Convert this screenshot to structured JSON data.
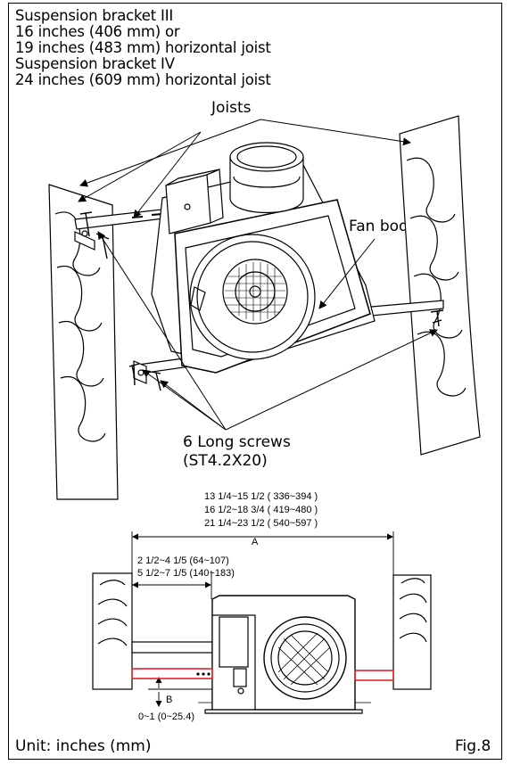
{
  "header": {
    "line1": "Suspension bracket III",
    "line2": "16 inches (406 mm) or",
    "line3": "19 inches (483 mm) horizontal joist",
    "line4": "Suspension bracket IV",
    "line5": "24 inches (609 mm) horizontal joist"
  },
  "labels": {
    "joists": "Joists",
    "fan_body": "Fan body",
    "screws_line1": "6 Long screws",
    "screws_line2": "(ST4.2X20)"
  },
  "dimensions": {
    "a_row1": "13 1/4~15 1/2 ( 336~394 )",
    "a_row2": "16 1/2~18 3/4 ( 419~480 )",
    "a_row3": "21 1/4~23 1/2 ( 540~597 )",
    "a_letter": "A",
    "offset_row1": "2 1/2~4 1/5   (64~107)",
    "offset_row2": "5 1/2~7 1/5 (140~183)",
    "b_letter": "B",
    "b_value": "0~1 (0~25.4)"
  },
  "footer": {
    "unit": "Unit: inches (mm)",
    "figure": "Fig.8"
  },
  "colors": {
    "bracket_red": "#e8202a",
    "line": "#000000"
  }
}
